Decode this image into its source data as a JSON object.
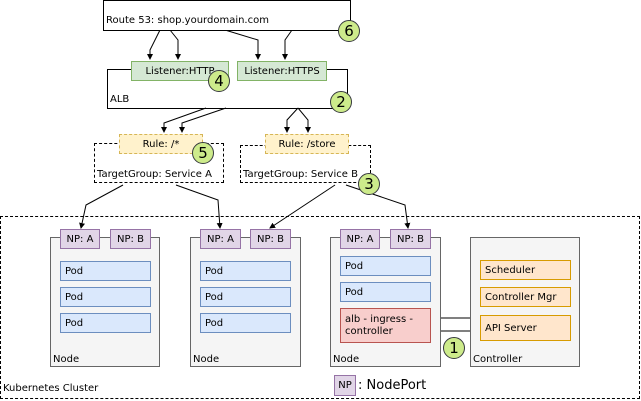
{
  "route53": {
    "label": "Route 53: shop.yourdomain.com",
    "badge": "6"
  },
  "alb": {
    "label": "ALB",
    "badge": "2",
    "listener_http": "Listener:HTTP",
    "listener_https": "Listener:HTTPS",
    "listener_badge": "4"
  },
  "target_group_a": {
    "rule": "Rule: /*",
    "label": "TargetGroup: Service A",
    "badge": "5"
  },
  "target_group_b": {
    "rule": "Rule: /store",
    "label": "TargetGroup: Service B",
    "badge": "3"
  },
  "cluster": {
    "label": "Kubernetes Cluster"
  },
  "node_1": {
    "np_a": "NP: A",
    "np_b": "NP: B",
    "pods": [
      "Pod",
      "Pod",
      "Pod"
    ],
    "label": "Node"
  },
  "node_2": {
    "np_a": "NP: A",
    "np_b": "NP: B",
    "pods": [
      "Pod",
      "Pod",
      "Pod"
    ],
    "label": "Node"
  },
  "node_3": {
    "np_a": "NP: A",
    "np_b": "NP: B",
    "pods": [
      "Pod",
      "Pod"
    ],
    "ingress": "alb - ingress - controller",
    "label": "Node",
    "badge": "1"
  },
  "controller": {
    "items": [
      "Scheduler",
      "Controller Mgr",
      "API Server"
    ],
    "label": "Controller"
  },
  "legend": {
    "swatch": "NP",
    "text": ": NodePort"
  },
  "colors": {
    "listener": "#d5e8d4",
    "rule": "#fff2cc",
    "node": "#f5f5f5",
    "nodeport": "#e1d5e7",
    "pod": "#dae8fc",
    "controller_item": "#ffe6cc",
    "ingress": "#f8cecc",
    "badge": "#cdeb8b"
  }
}
